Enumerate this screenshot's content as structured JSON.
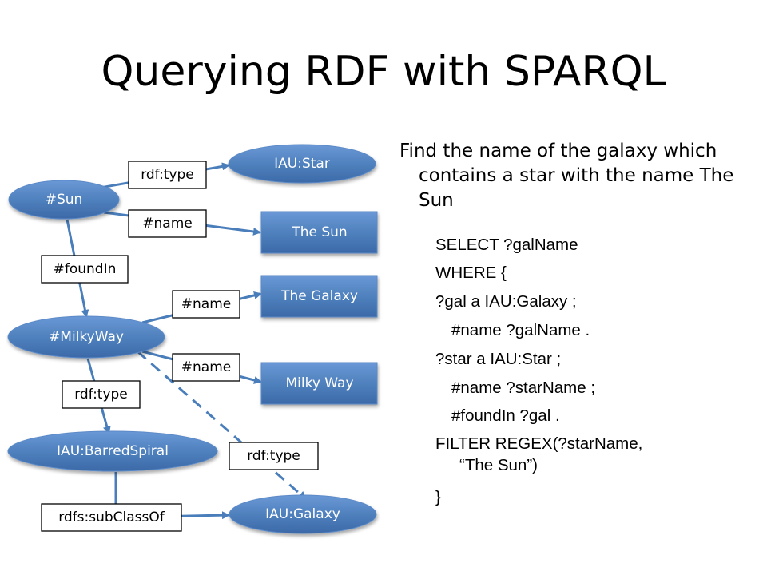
{
  "title": "Querying RDF with SPARQL",
  "diagram": {
    "nodes": {
      "sun": "#Sun",
      "iau_star": "IAU:Star",
      "the_sun": "The Sun",
      "the_galaxy": "The Galaxy",
      "milky_way_node": "#MilkyWay",
      "milky_way": "Milky Way",
      "barred_spiral": "IAU:BarredSpiral",
      "iau_galaxy": "IAU:Galaxy"
    },
    "edges": {
      "sun_type": "rdf:type",
      "sun_name": "#name",
      "found_in": "#foundIn",
      "mw_name_1": "#name",
      "mw_name_2": "#name",
      "mw_type": "rdf:type",
      "mw_type_dashed": "rdf:type",
      "subclass": "rdfs:subClassOf"
    },
    "colors": {
      "node_fill": "#4f81bd",
      "node_gradient": "#3d6eb0",
      "arrow": "#4a7ebb",
      "box_border": "#000000"
    }
  },
  "question": {
    "lines": [
      "Find the name of the galaxy which contains a star with the name The Sun"
    ]
  },
  "query": {
    "lines": [
      "SELECT ?galName",
      "WHERE {",
      "?gal a IAU:Galaxy ;",
      "  #name ?galName .",
      "?star a IAU:Star ;",
      "  #name ?starName ;",
      "  #foundIn ?gal .",
      "FILTER REGEX(?starName,",
      "“The Sun”)",
      "}"
    ]
  }
}
